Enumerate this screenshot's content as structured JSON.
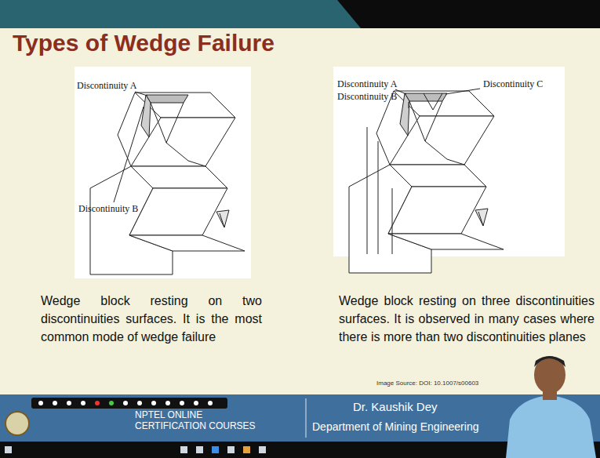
{
  "diagram": {
    "title": "Types of Wedge Failure",
    "labels": [
      "Discontinuity A",
      "Discontinuity B",
      "Discontinuity A",
      "Discontinuity C",
      "Discontinuity B",
      "Wedge block resting on two discontinuities surfaces. It is the most common mode of wedge failure",
      "Wedge block resting on three discontinuities surfaces. It is observed in many cases where there is more than two discontinuities planes",
      "Image Source: DOI: 10.1007/s00603",
      "NPTEL ONLINE CERTIFICATION COURSES",
      "Dr. Kaushik Dey",
      "Department of Mining Engineering"
    ]
  }
}
